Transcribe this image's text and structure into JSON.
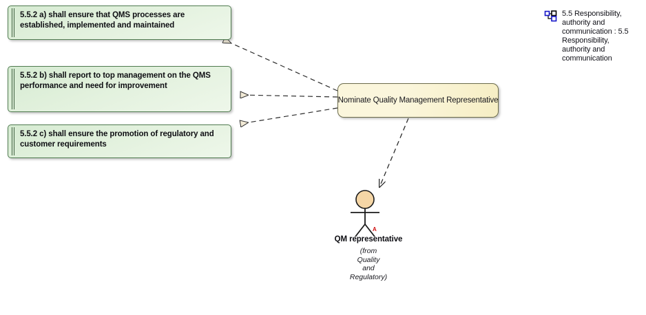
{
  "diagram": {
    "title": "5.5 Responsibility, authority and communication",
    "type": "uml-requirements-diagram"
  },
  "colors": {
    "requirement_fill_light": "#eef7ea",
    "requirement_fill_dark": "#d6ebd2",
    "requirement_border": "#4f7a4f",
    "usecase_fill_light": "#fbf6dc",
    "usecase_fill_dark": "#f6eec4",
    "usecase_border": "#6b6b4a",
    "actor_head_fill": "#f5d6a6",
    "connector": "#2b2b2b",
    "arrowhead_fill": "#f2ead6",
    "icon_blue": "#1414c8",
    "icon_black": "#000000",
    "abstract_marker": "#d01010"
  },
  "requirements": [
    {
      "id": "req-a",
      "text": "5.5.2 a) shall ensure that QMS processes are established, implemented and maintained"
    },
    {
      "id": "req-b",
      "text": "5.5.2 b) shall report to top management on the QMS performance and need for improvement"
    },
    {
      "id": "req-c",
      "text": "5.5.2 c) shall ensure the promotion of regulatory and customer requirements"
    }
  ],
  "usecase": {
    "label": "Nominate Quality Management Representative"
  },
  "legend": {
    "icon": "package-hierarchy-icon",
    "text": "5.5 Responsibility, authority and communication : 5.5 Responsibility, authority and communication"
  },
  "actor": {
    "icon": "actor-stick-figure-icon",
    "name": "QM representative",
    "from_lines": [
      "(from",
      "Quality",
      "and",
      "Regulatory)"
    ],
    "abstract_marker": "A"
  },
  "connectors": [
    {
      "id": "conn-a",
      "from": "usecase",
      "to": "req-a",
      "style": "dashed",
      "arrow": "hollow-triangle"
    },
    {
      "id": "conn-b",
      "from": "usecase",
      "to": "req-b",
      "style": "dashed",
      "arrow": "hollow-triangle"
    },
    {
      "id": "conn-c",
      "from": "usecase",
      "to": "req-c",
      "style": "dashed",
      "arrow": "hollow-triangle"
    },
    {
      "id": "conn-actor",
      "from": "usecase",
      "to": "actor",
      "style": "dashed",
      "arrow": "open-line"
    }
  ]
}
